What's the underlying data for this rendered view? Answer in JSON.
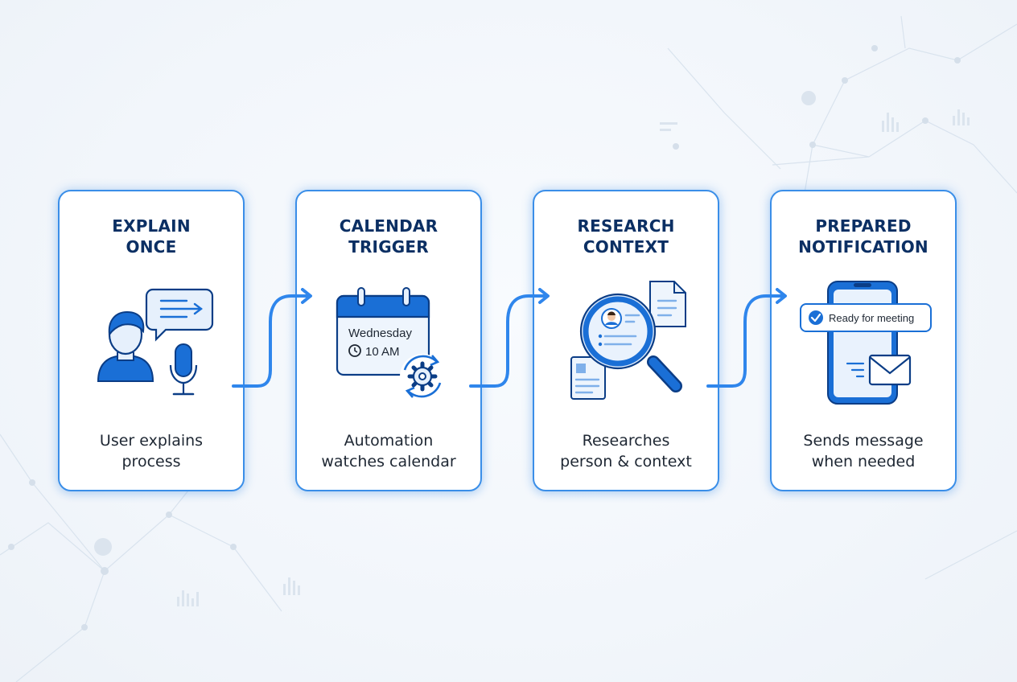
{
  "steps": [
    {
      "title_line1": "EXPLAIN",
      "title_line2": "ONCE",
      "desc_line1": "User explains",
      "desc_line2": "process",
      "icon": "user-speaking-icon"
    },
    {
      "title_line1": "CALENDAR",
      "title_line2": "TRIGGER",
      "desc_line1": "Automation",
      "desc_line2": "watches calendar",
      "icon": "calendar-gear-icon",
      "calendar_day": "Wednesday",
      "calendar_time": "10 AM"
    },
    {
      "title_line1": "RESEARCH",
      "title_line2": "CONTEXT",
      "desc_line1": "Researches",
      "desc_line2": "person & context",
      "icon": "magnifier-profile-icon"
    },
    {
      "title_line1": "PREPARED",
      "title_line2": "NOTIFICATION",
      "desc_line1": "Sends message",
      "desc_line2": "when needed",
      "icon": "phone-notification-icon",
      "notification_text": "Ready for meeting"
    }
  ],
  "colors": {
    "accent": "#1a6fd6",
    "card_border": "#3a8ee8",
    "title": "#0b2f63",
    "text": "#1e2733",
    "icon_fill_light": "#dceafb"
  }
}
